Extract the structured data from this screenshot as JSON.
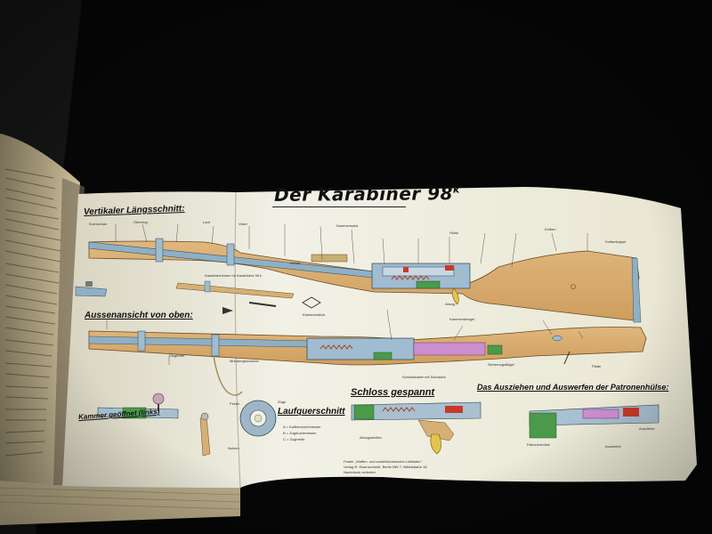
{
  "poster": {
    "title": "Der Karabiner 98",
    "title_superscript": "k"
  },
  "sections": {
    "vertical": "Vertikaler Längsschnitt:",
    "top_view": "Aussenansicht von oben:",
    "cross_section": "Laufquerschnitt",
    "lock_cocked": "Schloss gespannt",
    "extraction": "Das Ausziehen und Auswerfen der Patronenhülse:",
    "bolt_open": "Kammer geöffnet (links)"
  },
  "labels": {
    "schaft": "Schaft",
    "kolben": "Kolben",
    "platte": "Platte",
    "ringfeder": "Ringfeder",
    "oberring": "Oberring",
    "lauf": "Lauf",
    "visier": "Visier",
    "kornschutz": "Kornschutz",
    "kammerwulst": "Kammerwulst",
    "hulse": "Hülse",
    "abzug": "Abzug",
    "abzugsstollen": "Abzugsstollen",
    "schlossmutter": "Schlosshalter mit Schraube",
    "sicherungsflugel": "Sicherungsflügel",
    "patronenhulse": "Patronenhülse",
    "auswerfer": "Auswerfer",
    "auszieher": "Auszieher",
    "kammerstengel": "Kammerstengel",
    "schlossteile": "Karabinerriemen im Karabiners 98 k",
    "klammer": "Klammerstück",
    "kolbenkappe": "Kolbenkappe",
    "mundungs": "Mündungsschoner",
    "felder": "Felder",
    "zuge": "Züge",
    "legend_a": "A = Kaliberdurchmesser",
    "legend_b": "B = Zugdurchmesser",
    "legend_c": "C = Zugbreite",
    "nutzen": "Nutzen"
  },
  "footer": {
    "line1": "Poster „Waffen- und schießtechnischer Leitfaden\"",
    "line2": "Verlag R. Eisenschmidt, Berlin NW 7, Mittelstraße 18",
    "line3": "Nachdruck verboten"
  }
}
